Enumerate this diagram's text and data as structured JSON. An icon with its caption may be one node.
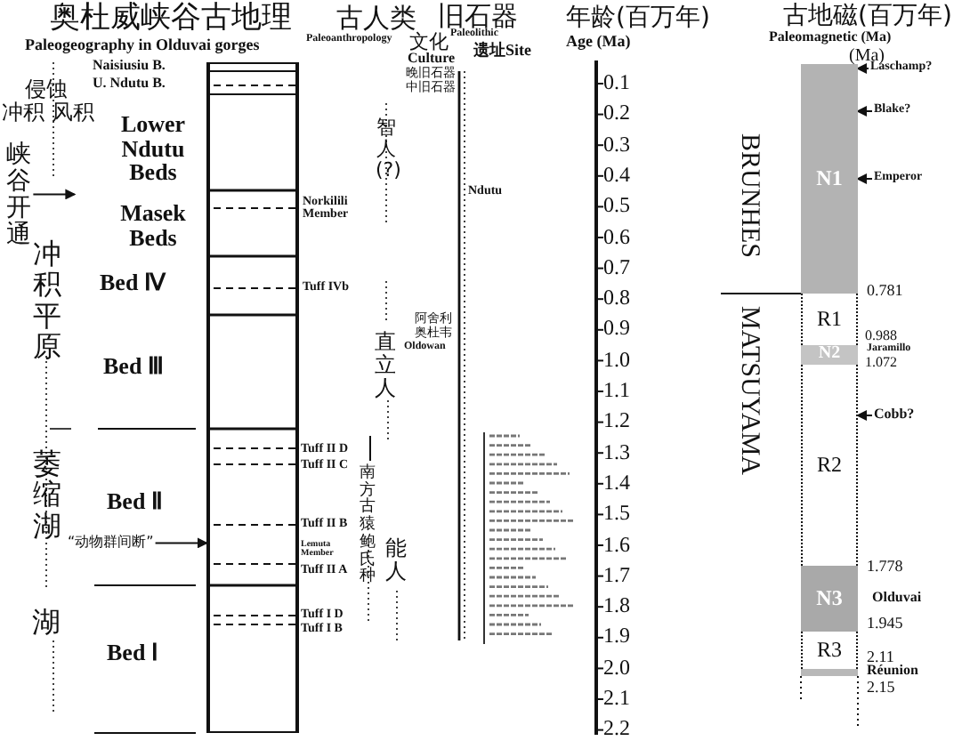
{
  "diagram": {
    "nodes": [
      {
        "text": [
          "峡谷开通"
        ]
      },
      {
        "text": [
          "“动物群间断”"
        ]
      },
      {
        "text": [],
        "shape": "box"
      },
      {
        "text": [
          "Laschamp?"
        ]
      },
      {
        "text": [
          "Blake?"
        ]
      },
      {
        "text": [
          "Emperor"
        ]
      },
      {
        "text": [
          "Cobb?"
        ]
      },
      {
        "text": [
          "N1"
        ]
      },
      {
        "text": [
          "R1"
        ]
      },
      {
        "text": [
          "N2"
        ]
      },
      {
        "text": [
          "R2"
        ]
      },
      {
        "text": [
          "N3"
        ]
      },
      {
        "text": [
          "R3"
        ]
      }
    ],
    "edges": [
      {
        "from": 0,
        "to": null,
        "arrow": "to"
      },
      {
        "from": 1,
        "to": 2,
        "arrow": "to"
      },
      {
        "from": 3,
        "to": 7,
        "arrow": "to"
      },
      {
        "from": 4,
        "to": 7,
        "arrow": "to"
      },
      {
        "from": 5,
        "to": 7,
        "arrow": "to"
      },
      {
        "from": 6,
        "to": 10,
        "arrow": "to"
      }
    ],
    "labels": [
      "奥杜威峡谷古地理",
      "Paleogeography in Olduvai gorges",
      "古人类",
      "Paleoanthropology",
      "旧石器",
      "Paleolithic",
      "文化",
      "Culture",
      "遗址Site",
      "年龄(百万年)",
      "Age (Ma)",
      "古地磁(百万年)",
      "Paleomagnetic (Ma)",
      "(Ma)",
      "侵蚀",
      "冲积",
      "风积",
      "冲积平原",
      "萎缩湖",
      "湖",
      "Naisiusiu B.",
      "U. Ndutu B.",
      "Lower Ndutu Beds",
      "Masek Beds",
      "Bed Ⅳ",
      "Bed Ⅲ",
      "Bed Ⅱ",
      "Bed Ⅰ",
      "Norkilili Member",
      "Tuff IVb",
      "Tuff II D",
      "Tuff II C",
      "Tuff II B",
      "Lemuta Member",
      "Tuff II A",
      "Tuff I D",
      "Tuff I B",
      "智人(?)",
      "直立人",
      "南方古猿鲍氏种",
      "能人",
      "晚旧石器",
      "中旧石器",
      "阿舍利",
      "奥杜韦",
      "Oldowan",
      "Ndutu",
      "0.1",
      "0.2",
      "0.3",
      "0.4",
      "0.5",
      "0.6",
      "0.7",
      "0.8",
      "0.9",
      "1.0",
      "1.1",
      "1.2",
      "1.3",
      "1.4",
      "1.5",
      "1.6",
      "1.7",
      "1.8",
      "1.9",
      "2.0",
      "2.1",
      "2.2",
      "BRUNHES",
      "MATSUYAMA",
      "0.781",
      "0.988",
      "Jaramillo",
      "1.072",
      "1.778",
      "Olduvai",
      "1.945",
      "2.11",
      "Réunion",
      "2.15"
    ]
  }
}
